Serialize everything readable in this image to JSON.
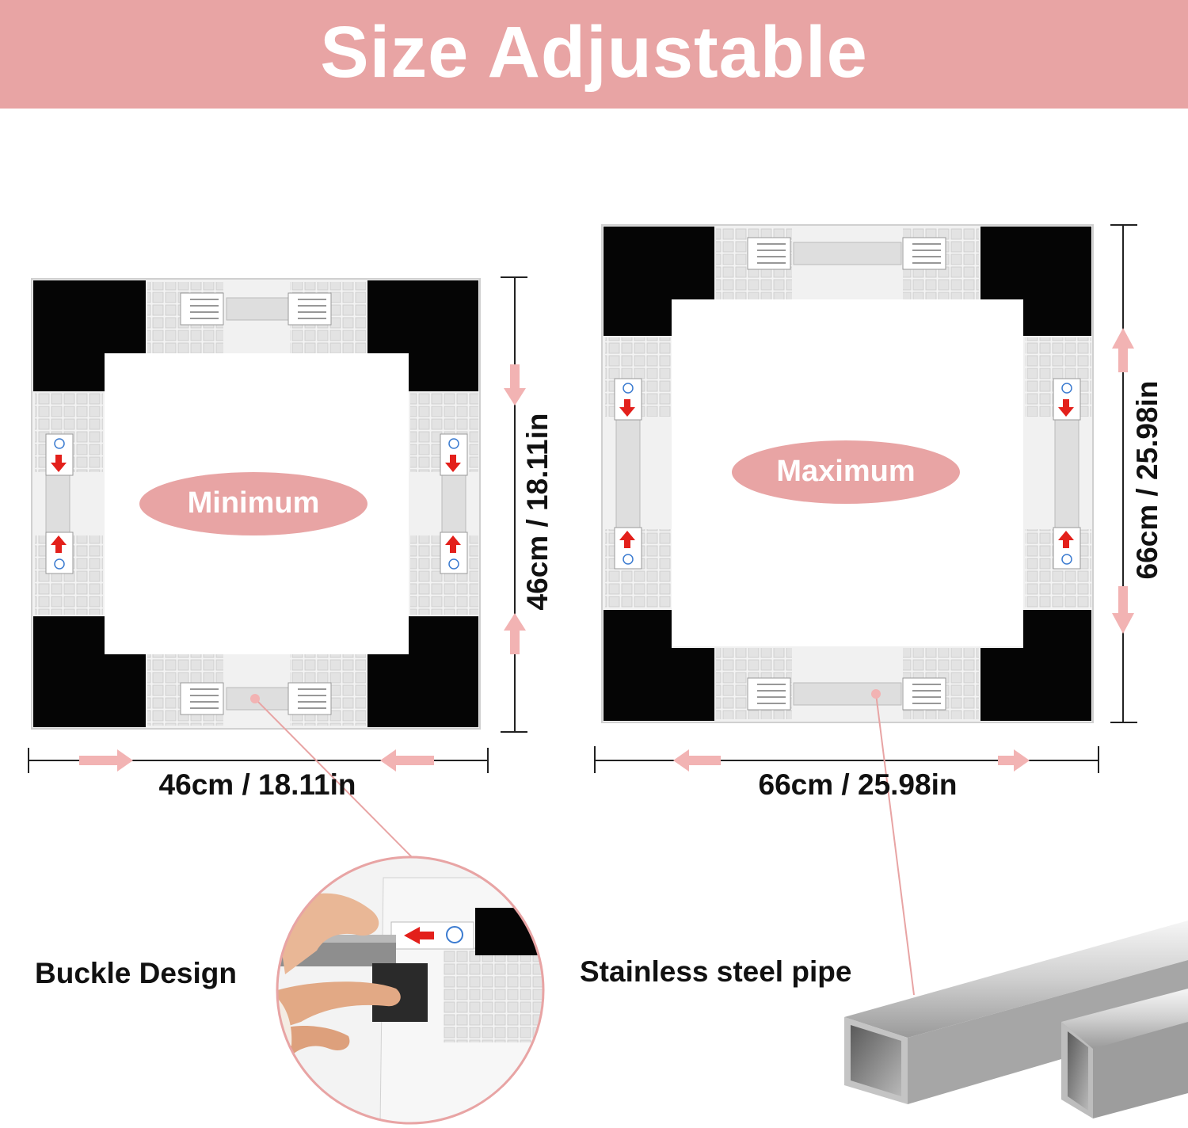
{
  "banner": {
    "title": "Size Adjustable",
    "color": "#e8a4a4"
  },
  "minimum_stand": {
    "label": "Minimum",
    "width_label": "46cm / 18.11in",
    "height_label": "46cm / 18.11in"
  },
  "maximum_stand": {
    "label": "Maximum",
    "width_label": "66cm / 25.98in",
    "height_label": "66cm / 25.98in"
  },
  "features": {
    "buckle": "Buckle Design",
    "pipe": "Stainless steel pipe"
  },
  "colors": {
    "accent_pink": "#e8a4a4",
    "arrow_pink": "#f2b3b3",
    "pad_black": "#050505",
    "frame_light": "#eaeaea",
    "arrow_red": "#e3201b"
  }
}
